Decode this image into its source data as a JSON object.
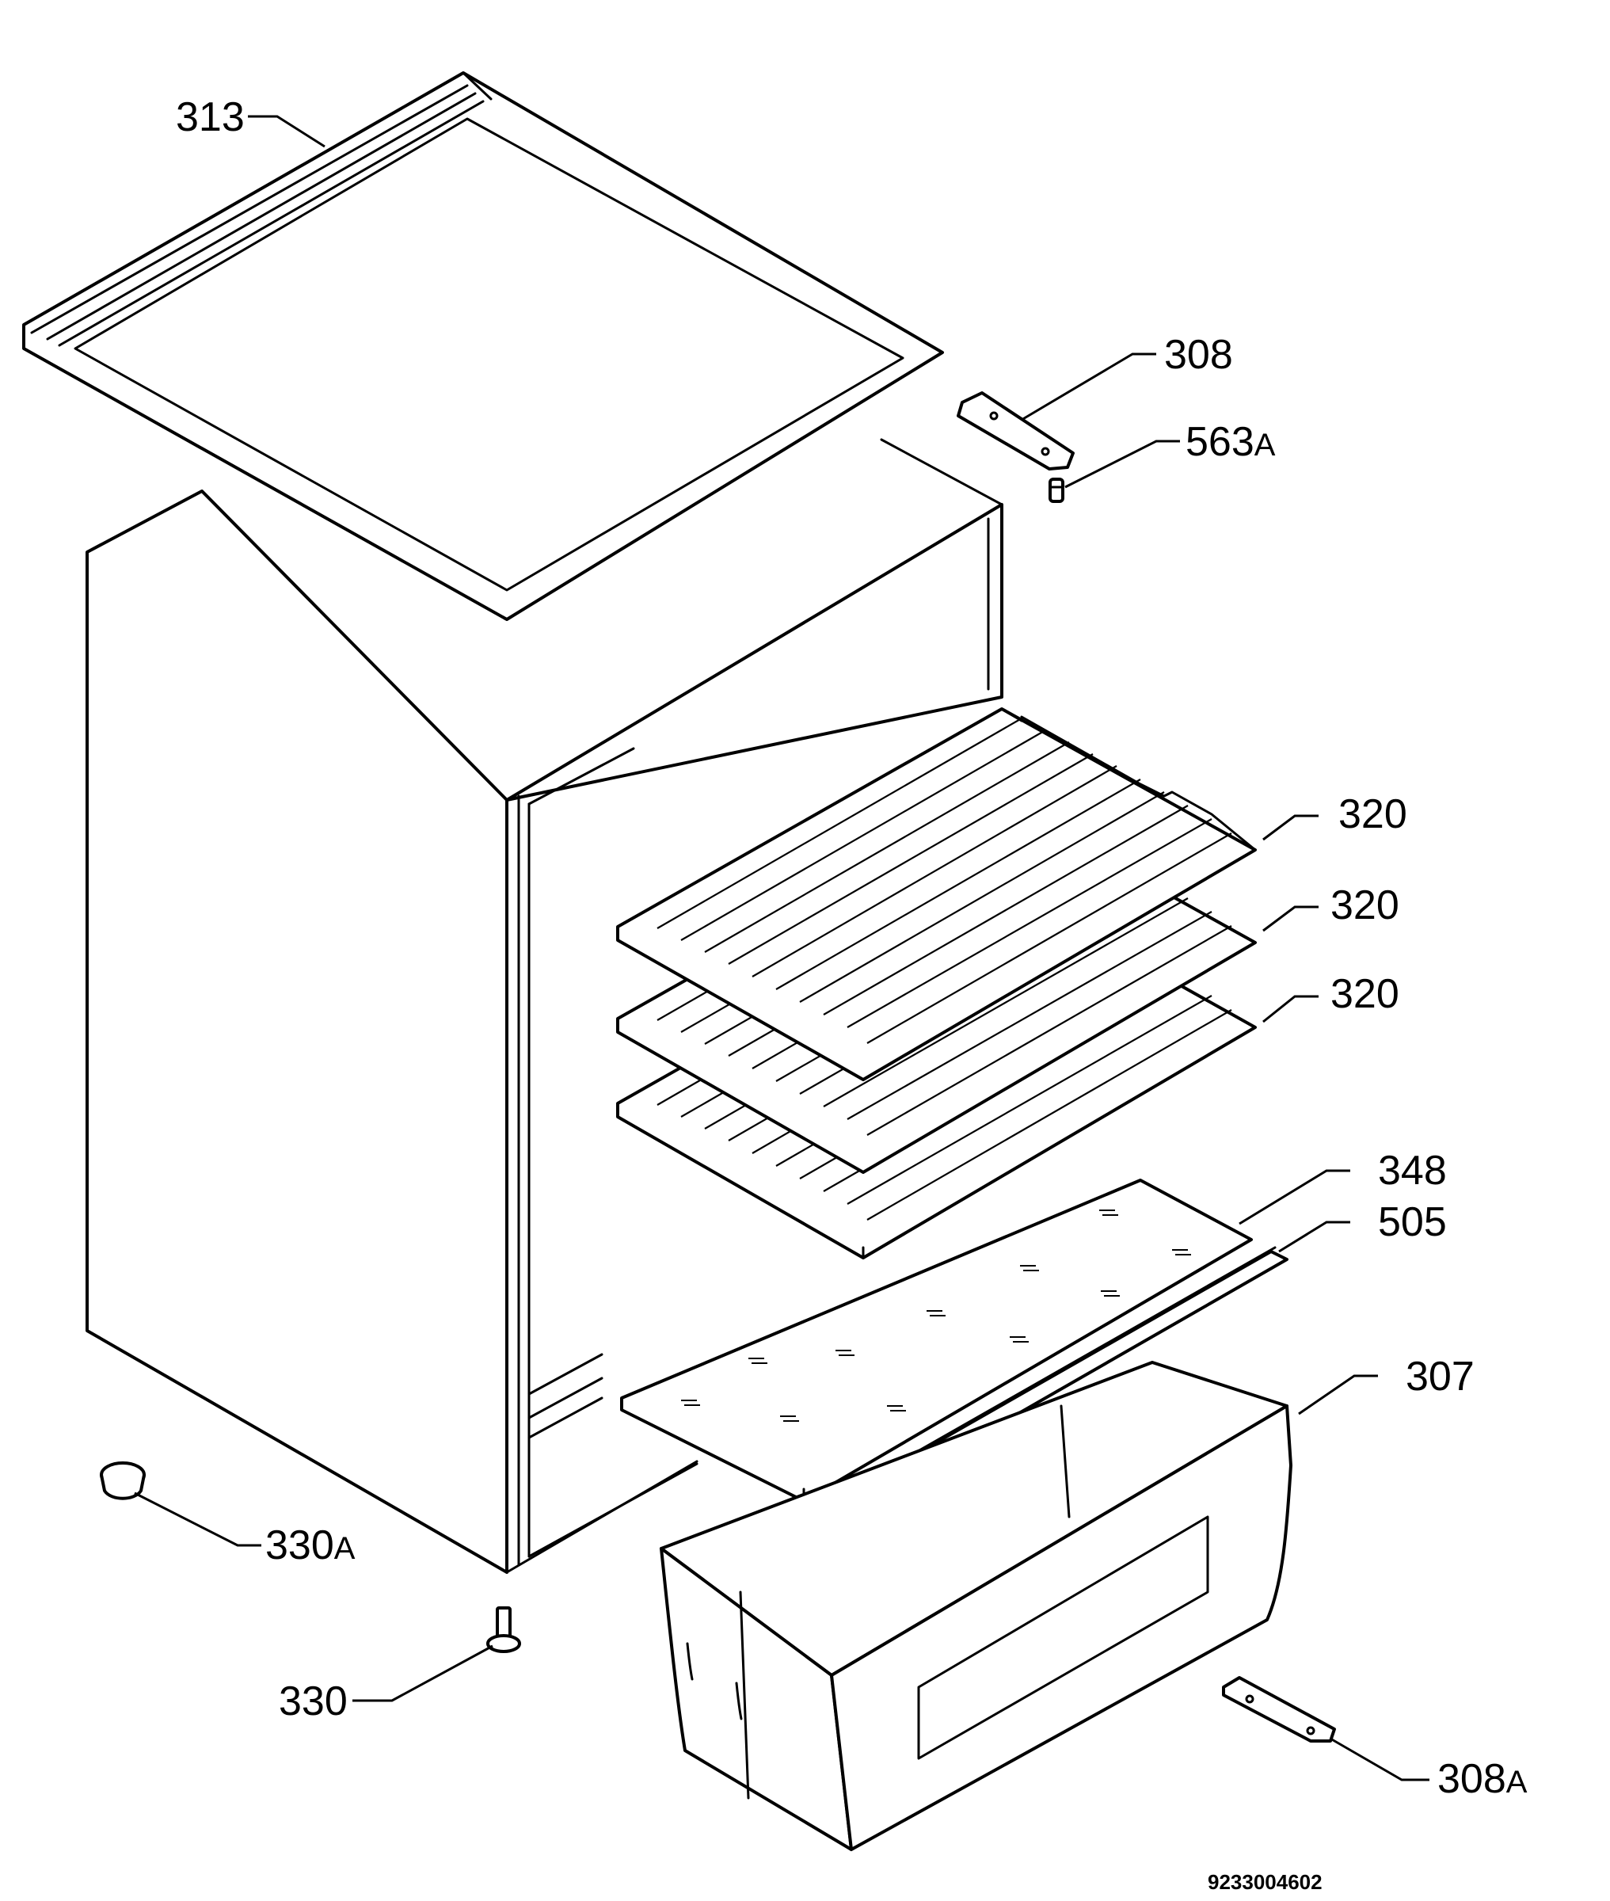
{
  "labels": {
    "lid": "313",
    "hinge_top": "308",
    "hinge_pin": "563",
    "hinge_pin_suffix": "A",
    "shelf_1": "320",
    "shelf_2": "320",
    "shelf_3": "320",
    "glass_shelf": "348",
    "glass_trim": "505",
    "crisper": "307",
    "foot_cap": "330",
    "foot_cap_suffix": "A",
    "foot": "330",
    "hinge_bottom": "308",
    "hinge_bottom_suffix": "A"
  },
  "drawing_code": "9233004602"
}
